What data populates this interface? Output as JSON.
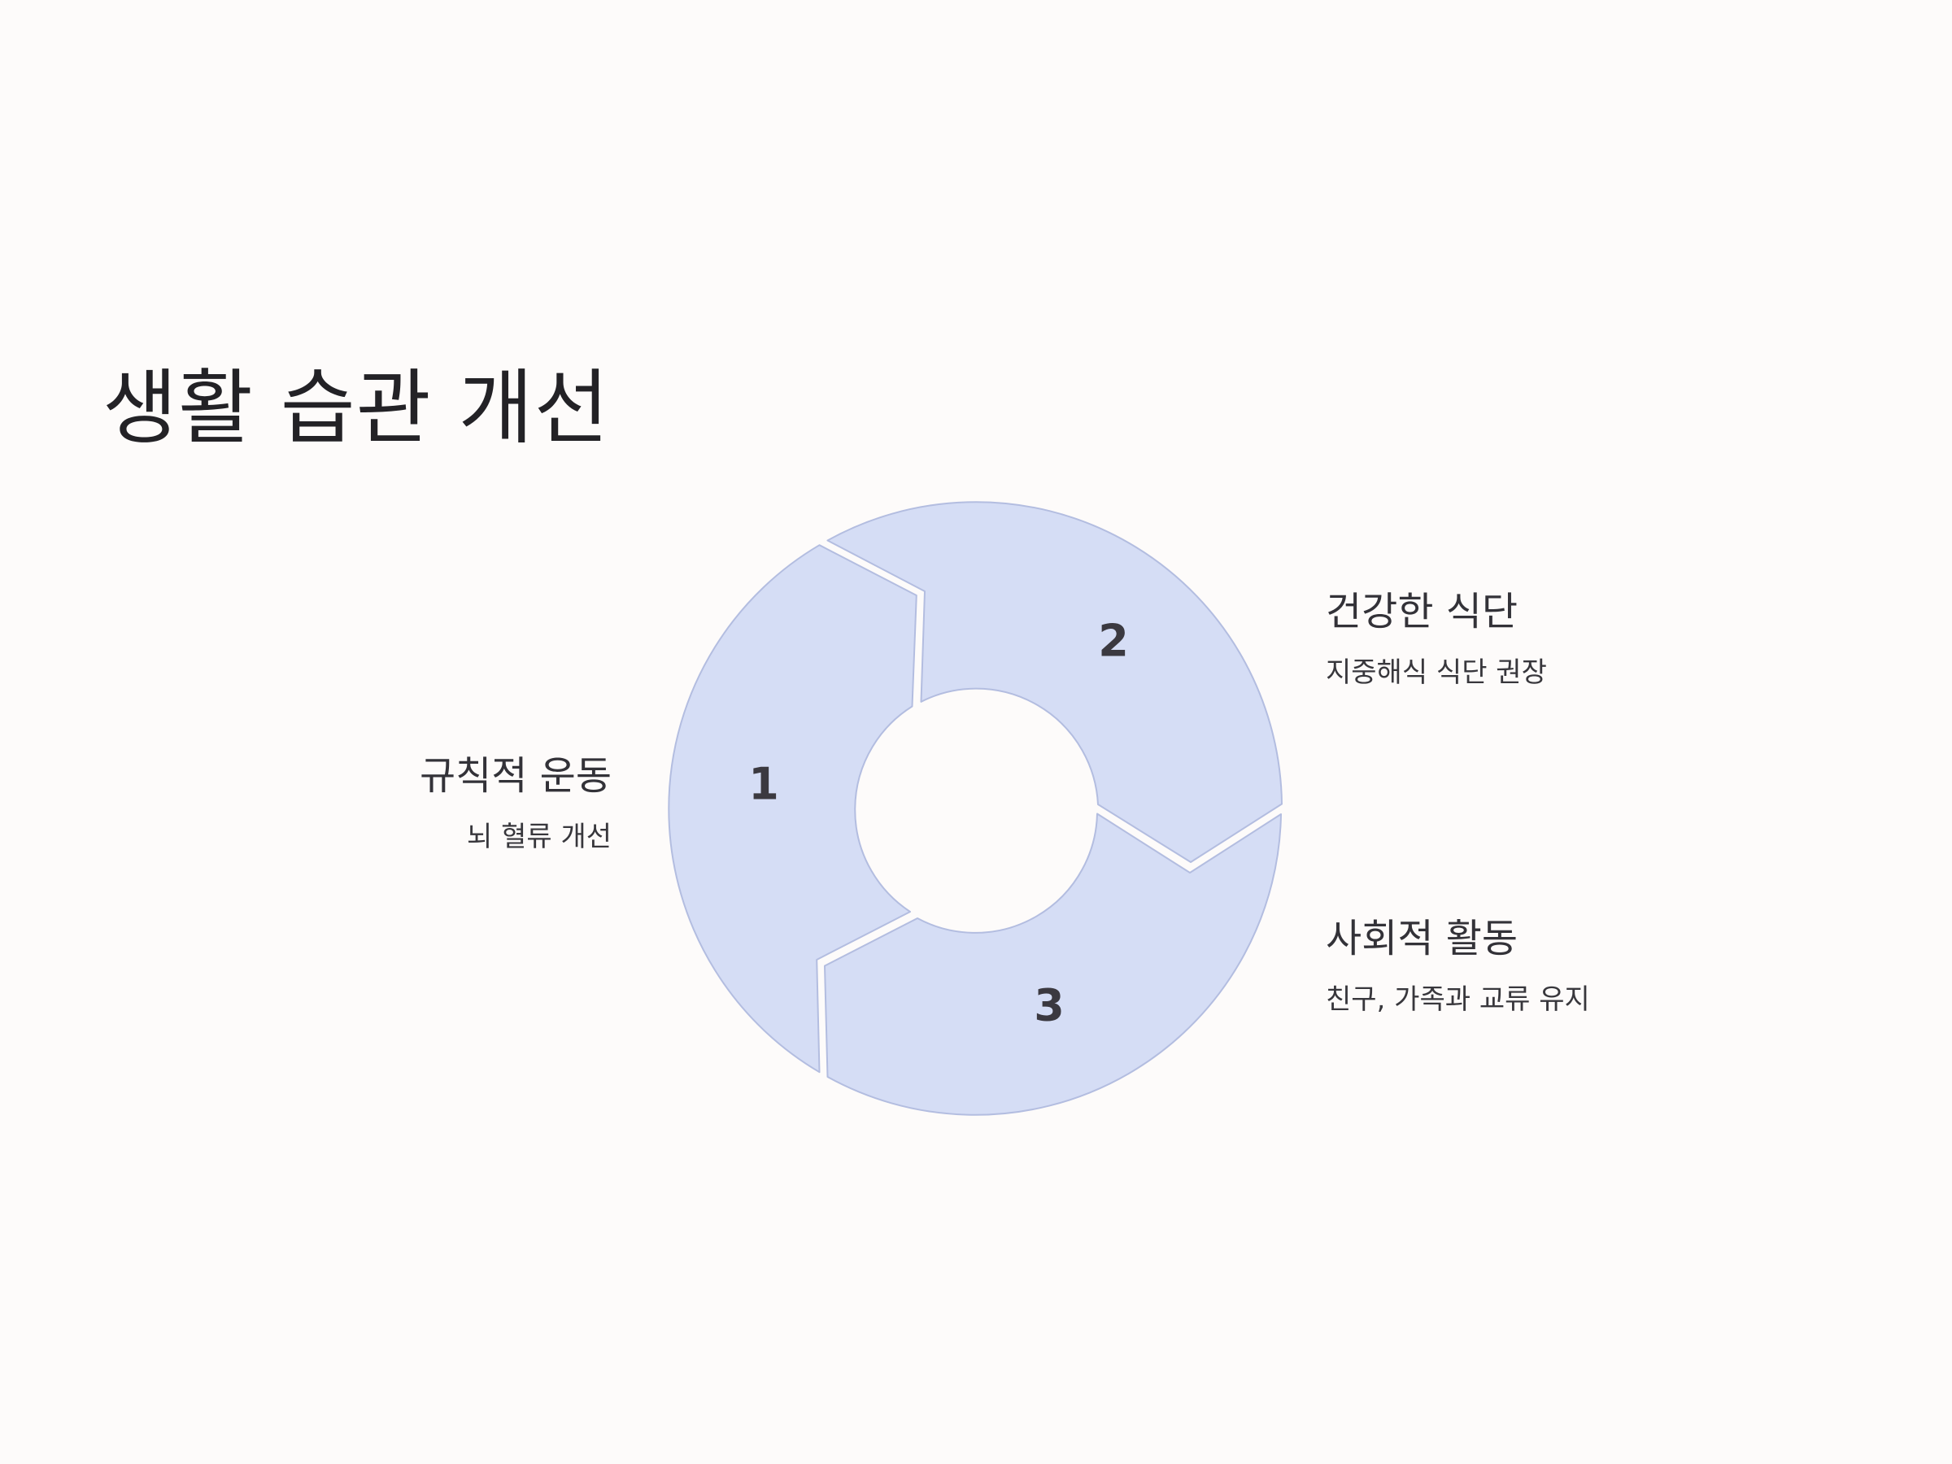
{
  "title": "생활 습관 개선",
  "colors": {
    "background": "#fdfbfa",
    "segment_fill": "#d5ddf5",
    "segment_stroke": "#b3bde0",
    "text": "#2b2a2e"
  },
  "cycle": {
    "steps": [
      {
        "number": "1",
        "heading": "규칙적 운동",
        "description": "뇌 혈류 개선"
      },
      {
        "number": "2",
        "heading": "건강한 식단",
        "description": "지중해식 식단 권장"
      },
      {
        "number": "3",
        "heading": "사회적 활동",
        "description": "친구, 가족과 교류 유지"
      }
    ]
  }
}
